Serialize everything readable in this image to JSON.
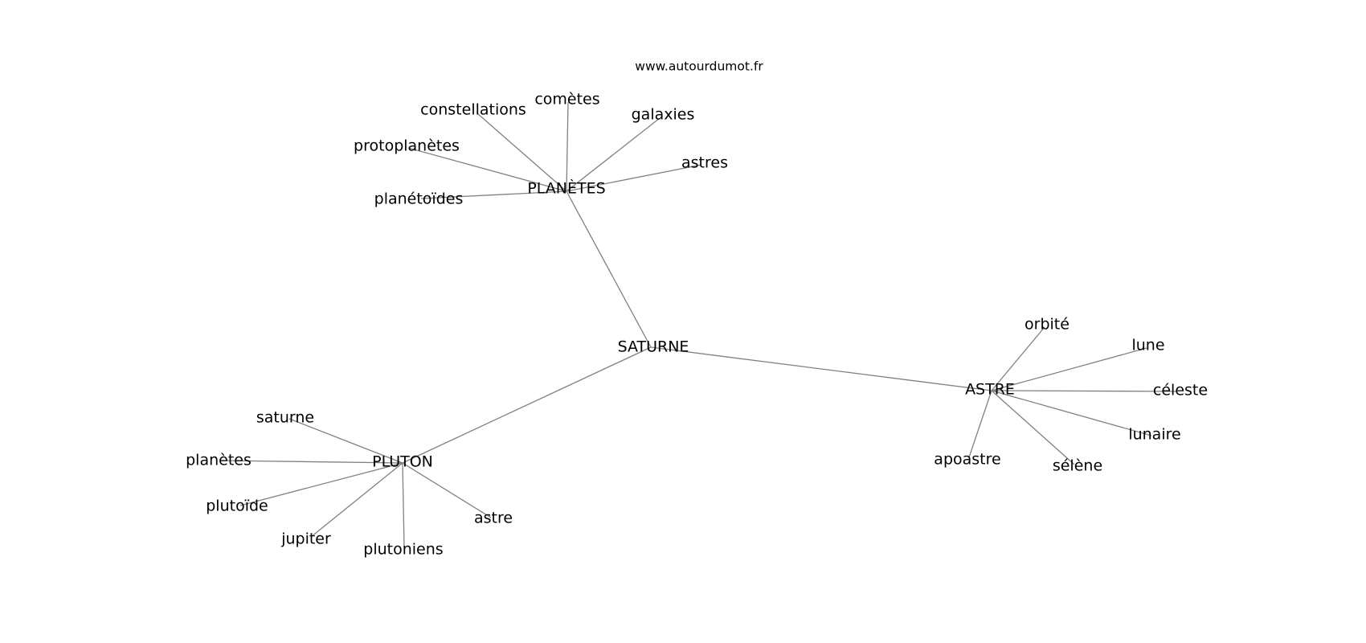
{
  "site": "www.autourdumot.fr",
  "center": "SATURNE",
  "clusters": [
    {
      "hub": "PLANÈTES",
      "words": [
        "constellations",
        "comètes",
        "galaxies",
        "astres",
        "protoplanètes",
        "planétoïdes"
      ]
    },
    {
      "hub": "ASTRE",
      "words": [
        "orbité",
        "lune",
        "céleste",
        "lunaire",
        "sélène",
        "apoastre"
      ]
    },
    {
      "hub": "PLUTON",
      "words": [
        "saturne",
        "planètes",
        "plutoïde",
        "jupiter",
        "plutoniens",
        "astre"
      ]
    }
  ]
}
